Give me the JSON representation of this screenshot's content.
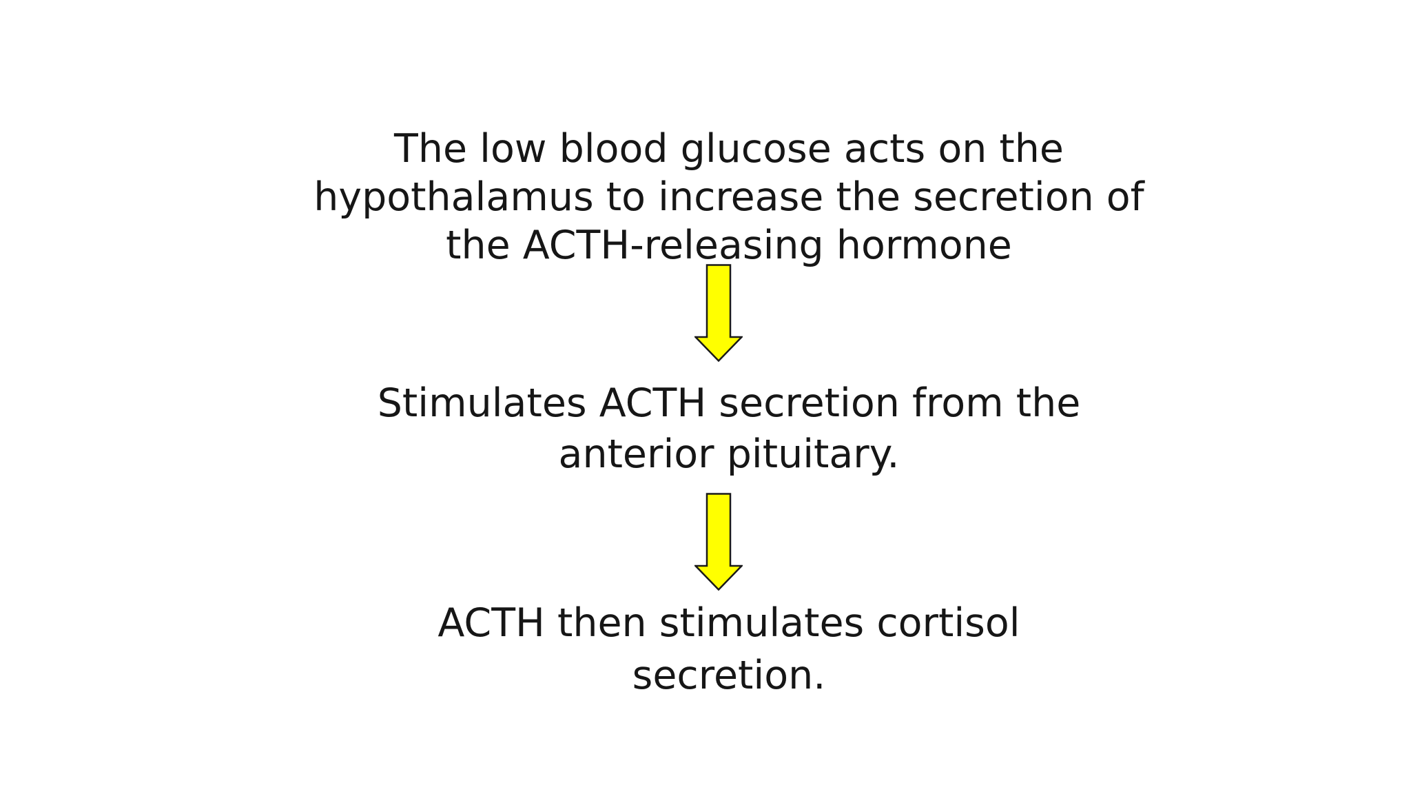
{
  "slide": {
    "background_color": "#ffffff",
    "text_color": "#161616",
    "arrow_fill_color": "#ffff00",
    "arrow_outline_color": "#1a1a1a",
    "steps": [
      {
        "lines": [
          "The low blood glucose acts on the",
          "hypothalamus to increase the secretion of",
          "the ACTH-releasing hormone"
        ]
      },
      {
        "lines": [
          "Stimulates ACTH secretion from the",
          "anterior pituitary."
        ]
      },
      {
        "lines": [
          "ACTH then stimulates cortisol",
          "secretion."
        ]
      }
    ]
  }
}
